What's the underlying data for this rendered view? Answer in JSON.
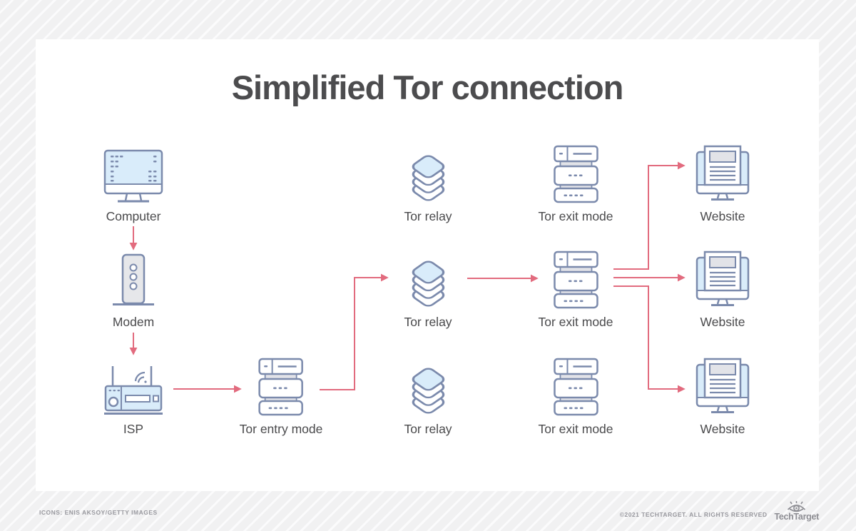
{
  "header": {
    "title": "Simplified Tor connection"
  },
  "colors": {
    "arrow_accent": "#e26b7e",
    "icon_outline": "#7b8aac",
    "icon_fill_blue": "#d9ecfa",
    "icon_fill_gray": "#e6e7ea",
    "title_text": "#4c4c4e",
    "label_text": "#4a4a4c",
    "footer_text": "#98989e",
    "card_bg": "#ffffff",
    "page_bg": "#f1f1f2"
  },
  "diagram": {
    "nodes": [
      {
        "id": "computer",
        "label": "Computer",
        "icon": "computer-icon"
      },
      {
        "id": "modem",
        "label": "Modem",
        "icon": "modem-icon"
      },
      {
        "id": "isp",
        "label": "ISP",
        "icon": "router-icon"
      },
      {
        "id": "tor-entry",
        "label": "Tor entry mode",
        "icon": "server-stack-icon"
      },
      {
        "id": "tor-relay-top",
        "label": "Tor relay",
        "icon": "layers-icon"
      },
      {
        "id": "tor-exit-top",
        "label": "Tor exit mode",
        "icon": "server-stack-icon"
      },
      {
        "id": "website-top",
        "label": "Website",
        "icon": "website-monitor-icon"
      },
      {
        "id": "tor-relay-mid",
        "label": "Tor relay",
        "icon": "layers-icon"
      },
      {
        "id": "tor-exit-mid",
        "label": "Tor exit mode",
        "icon": "server-stack-icon"
      },
      {
        "id": "website-mid",
        "label": "Website",
        "icon": "website-monitor-icon"
      },
      {
        "id": "tor-relay-bot",
        "label": "Tor relay",
        "icon": "layers-icon"
      },
      {
        "id": "tor-exit-bot",
        "label": "Tor exit mode",
        "icon": "server-stack-icon"
      },
      {
        "id": "website-bot",
        "label": "Website",
        "icon": "website-monitor-icon"
      }
    ],
    "connections": [
      {
        "from": "computer",
        "to": "modem"
      },
      {
        "from": "modem",
        "to": "isp"
      },
      {
        "from": "isp",
        "to": "tor-entry"
      },
      {
        "from": "tor-entry",
        "to": "tor-relay-mid"
      },
      {
        "from": "tor-relay-mid",
        "to": "tor-exit-mid"
      },
      {
        "from": "tor-exit-mid",
        "to": "website-top"
      },
      {
        "from": "tor-exit-mid",
        "to": "website-mid"
      },
      {
        "from": "tor-exit-mid",
        "to": "website-bot"
      }
    ]
  },
  "footer": {
    "credits": "ICONS: ENIS AKSOY/GETTY IMAGES",
    "copyright": "©2021 TECHTARGET. ALL RIGHTS RESERVED",
    "brand": "TechTarget"
  }
}
